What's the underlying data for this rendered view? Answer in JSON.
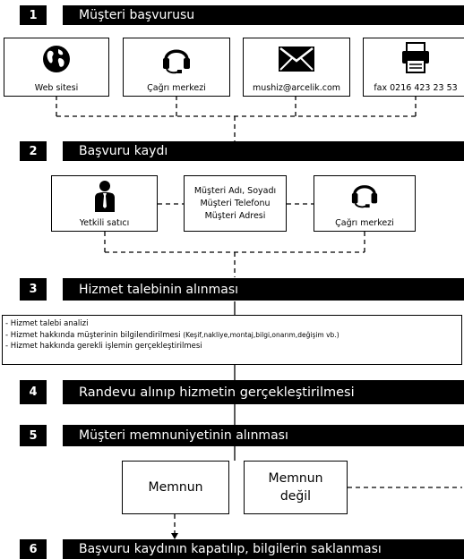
{
  "steps": [
    {
      "num": "1",
      "title": "Müşteri başvurusu"
    },
    {
      "num": "2",
      "title": "Başvuru kaydı"
    },
    {
      "num": "3",
      "title": "Hizmet talebinin alınması"
    },
    {
      "num": "4",
      "title": "Randevu alınıp hizmetin gerçekleştirilmesi"
    },
    {
      "num": "5",
      "title": "Müşteri memnuniyetinin alınması"
    },
    {
      "num": "6",
      "title": "Başvuru kaydının kapatılıp, bilgilerin saklanması"
    }
  ],
  "channels": [
    {
      "label": "Web sitesi",
      "icon": "globe-icon"
    },
    {
      "label": "Çağrı merkezi",
      "icon": "headset-icon"
    },
    {
      "label": "mushiz@arcelik.com",
      "icon": "envelope-icon"
    },
    {
      "label": "fax 0216 423 23 53",
      "icon": "fax-icon"
    }
  ],
  "registration": {
    "dealer": {
      "label": "Yetkili satıcı",
      "icon": "person-icon"
    },
    "info": [
      "Müşteri Adı, Soyadı",
      "Müşteri Telefonu",
      "Müşteri Adresi"
    ],
    "callcenter": {
      "label": "Çağrı merkezi",
      "icon": "headset-icon"
    }
  },
  "request_items": [
    "- Hizmet talebi analizi",
    "- Hizmet hakkında müşterinin bilgilendirilmesi",
    "(Keşif,nakliye,montaj,bilgi,onarım,değişim vb.)",
    "- Hizmet hakkında gerekli işlemin gerçekleştirilmesi"
  ],
  "satisfaction": {
    "satisfied": "Memnun",
    "not_satisfied_1": "Memnun",
    "not_satisfied_2": "değil"
  }
}
